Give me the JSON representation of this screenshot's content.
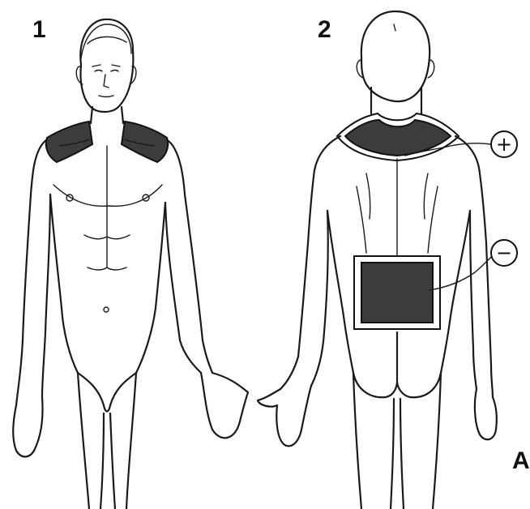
{
  "figure": {
    "panel_1_label": "1",
    "panel_2_label": "2",
    "corner_label": "A",
    "positive_sign": "+",
    "negative_sign": "−"
  },
  "colors": {
    "ink": "#1a1a1a",
    "electrode_fill": "#3c3c3c",
    "background": "#ffffff"
  }
}
